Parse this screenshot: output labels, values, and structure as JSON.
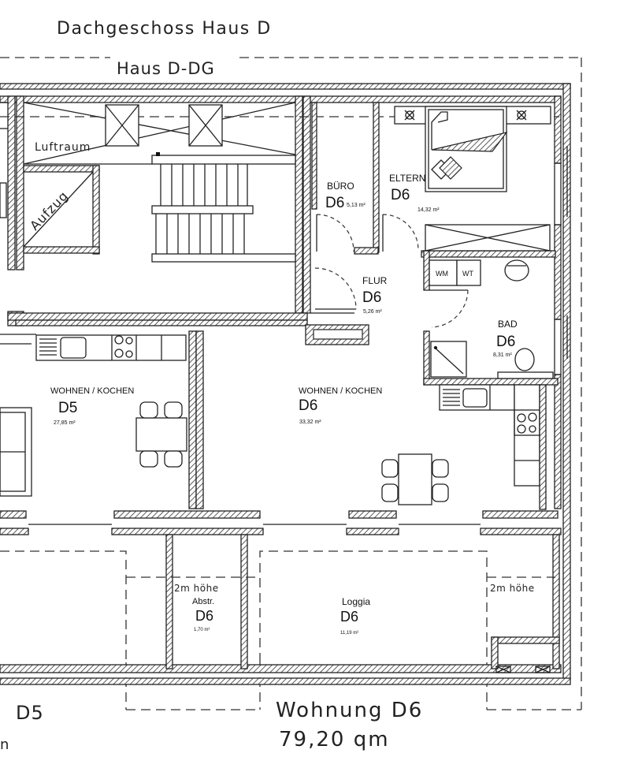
{
  "plan": {
    "title": "Dachgeschoss Haus D",
    "building_label": "Haus D-DG"
  },
  "rooms": {
    "luftraum": {
      "label": "Luftraum"
    },
    "aufzug": {
      "label": "Aufzug"
    },
    "buero": {
      "name": "BÜRO",
      "unit": "D6",
      "area": "5,13 m²"
    },
    "eltern": {
      "name": "ELTERN",
      "unit": "D6",
      "area": "14,32 m²"
    },
    "flur": {
      "name": "FLUR",
      "unit": "D6",
      "area": "5,26 m²"
    },
    "bad": {
      "name": "BAD",
      "unit": "D6",
      "area": "8,31 m²",
      "wm": "WM",
      "wt": "WT"
    },
    "wohnen_d5": {
      "name": "WOHNEN / KOCHEN",
      "unit": "D5",
      "area": "27,85 m²"
    },
    "wohnen_d6": {
      "name": "WOHNEN / KOCHEN",
      "unit": "D6",
      "area": "33,32 m²"
    },
    "abstr": {
      "height_note": "2m höhe",
      "name": "Abstr.",
      "unit": "D6",
      "area": "1,70 m²"
    },
    "loggia": {
      "name": "Loggia",
      "unit": "D6",
      "area": "11,19 m²"
    },
    "loggia_right": {
      "height_note": "2m höhe"
    }
  },
  "units": {
    "d5": {
      "label": "D5",
      "area_fragment": "n"
    },
    "d6": {
      "label": "Wohnung D6",
      "area": "79,20 qm"
    }
  }
}
